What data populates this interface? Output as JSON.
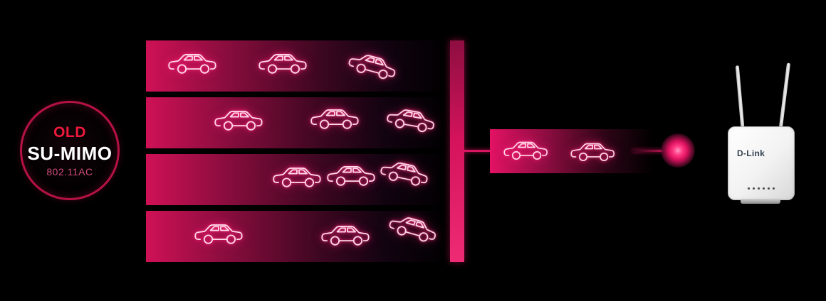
{
  "badge": {
    "label_top": "OLD",
    "label_main": "SU-MIMO",
    "label_standard": "802.11AC"
  },
  "device": {
    "brand": "D-Link",
    "type": "wireless access point",
    "led_count": 6
  },
  "diagram": {
    "type": "su-mimo-single-stream-traffic-illustration",
    "lanes": [
      {
        "name": "lane-1",
        "car_count": 3
      },
      {
        "name": "lane-2",
        "car_count": 3
      },
      {
        "name": "lane-3",
        "car_count": 3
      },
      {
        "name": "lane-4",
        "car_count": 3
      }
    ],
    "output_lane": {
      "name": "single-stream-lane",
      "car_count": 2
    }
  },
  "colors": {
    "background": "#000000",
    "accent_magenta": "#d81560",
    "car_glow": "#ff2e7f",
    "car_outline": "#ffd9e8",
    "badge_ring": "#b51244",
    "badge_old_red": "#ee1a3c"
  }
}
